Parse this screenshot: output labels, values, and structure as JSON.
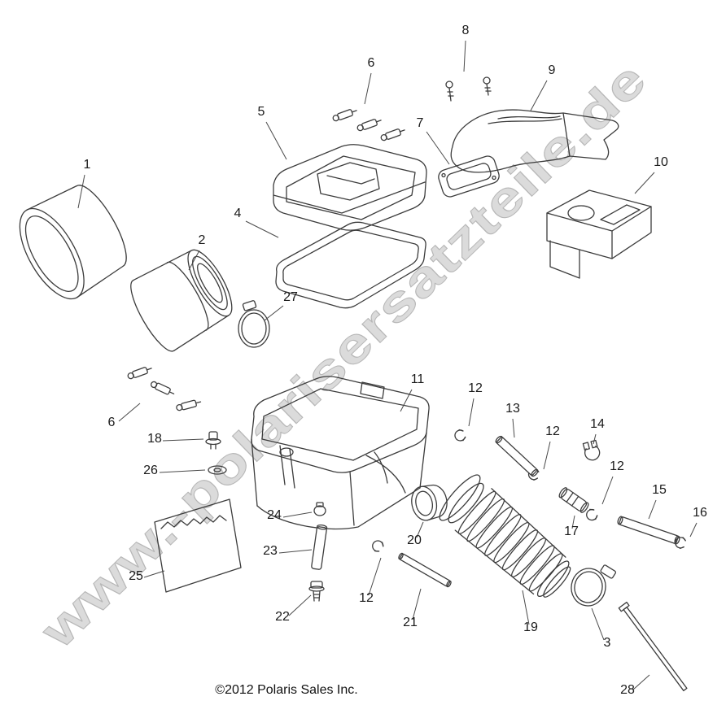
{
  "watermark": "www.-polarisersatzteile.de",
  "copyright": "©2012 Polaris Sales Inc.",
  "callouts": [
    "1",
    "2",
    "27",
    "5",
    "6",
    "8",
    "7",
    "9",
    "10",
    "4",
    "6",
    "11",
    "12",
    "13",
    "12",
    "14",
    "12",
    "15",
    "16",
    "17",
    "18",
    "26",
    "24",
    "23",
    "25",
    "22",
    "12",
    "21",
    "20",
    "19",
    "3",
    "28"
  ]
}
